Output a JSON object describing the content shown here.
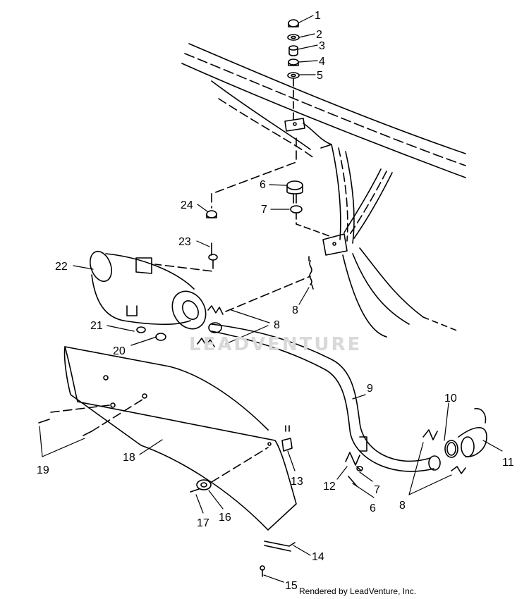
{
  "watermark": "LEADVENTURE",
  "footer_credit": "Rendered by LeadVenture, Inc.",
  "callouts": [
    {
      "id": "1",
      "label": "1"
    },
    {
      "id": "2",
      "label": "2"
    },
    {
      "id": "3",
      "label": "3"
    },
    {
      "id": "4",
      "label": "4"
    },
    {
      "id": "5",
      "label": "5"
    },
    {
      "id": "6a",
      "label": "6"
    },
    {
      "id": "7a",
      "label": "7"
    },
    {
      "id": "24",
      "label": "24"
    },
    {
      "id": "23",
      "label": "23"
    },
    {
      "id": "22",
      "label": "22"
    },
    {
      "id": "8a",
      "label": "8"
    },
    {
      "id": "8b",
      "label": "8"
    },
    {
      "id": "21",
      "label": "21"
    },
    {
      "id": "20",
      "label": "20"
    },
    {
      "id": "9",
      "label": "9"
    },
    {
      "id": "10",
      "label": "10"
    },
    {
      "id": "11",
      "label": "11"
    },
    {
      "id": "19",
      "label": "19"
    },
    {
      "id": "18",
      "label": "18"
    },
    {
      "id": "13",
      "label": "13"
    },
    {
      "id": "12",
      "label": "12"
    },
    {
      "id": "7b",
      "label": "7"
    },
    {
      "id": "6b",
      "label": "6"
    },
    {
      "id": "8c",
      "label": "8"
    },
    {
      "id": "17",
      "label": "17"
    },
    {
      "id": "16",
      "label": "16"
    },
    {
      "id": "14",
      "label": "14"
    },
    {
      "id": "15",
      "label": "15"
    }
  ]
}
